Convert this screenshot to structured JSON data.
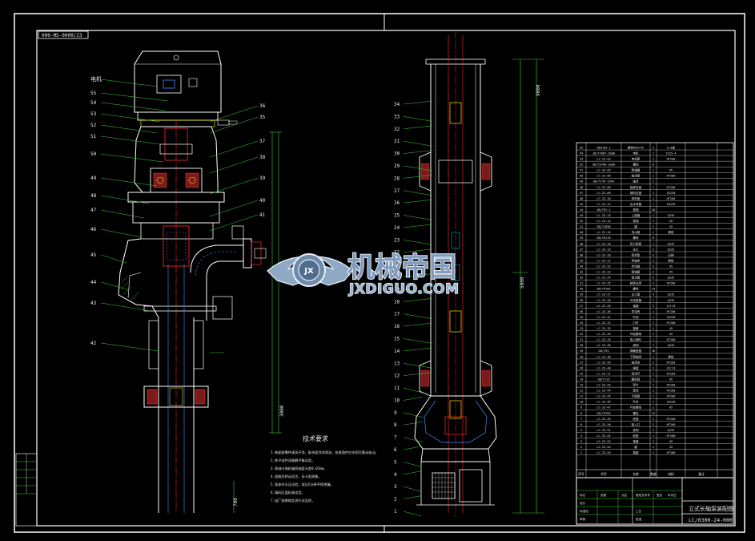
{
  "drawing": {
    "top_tag": "000-MS-0000/23",
    "motor_label": "电机",
    "tech_title": "技术要求",
    "tech_lines": [
      "1.装配前零件清洗干净，配合面涂润滑油，各紧固件应牢固可靠无松动。",
      "2.转子部件须做静平衡试验。",
      "3.泵轴与电机轴同轴度允差0.05mm。",
      "4.组装后转动灵活，无卡阻现象。",
      "5.泵体作水压试验，保压5分钟不得渗漏。",
      "6.填料压盖松紧适宜。",
      "7.出厂前按规定进行试运转。"
    ],
    "left_callouts": [
      "55",
      "54",
      "53",
      "52",
      "51",
      "50",
      "49",
      "48",
      "47",
      "46",
      "45",
      "44",
      "43",
      "42"
    ],
    "mid_callouts": [
      "36",
      "35",
      "37",
      "38",
      "39",
      "40",
      "41"
    ],
    "right_callouts": [
      "34",
      "33",
      "32",
      "31",
      "30",
      "29",
      "28",
      "27",
      "26",
      "25",
      "24",
      "23",
      "22",
      "21",
      "20",
      "19",
      "18",
      "17",
      "16",
      "15",
      "14",
      "13",
      "12",
      "11",
      "10",
      "9",
      "8",
      "7",
      "6",
      "5",
      "4",
      "3",
      "2",
      "1"
    ],
    "dimensions": {
      "d_top": "5000",
      "d_total": "9000",
      "d_mid": "3000",
      "d_low": "700"
    }
  },
  "parts_table": {
    "headers": [
      "序号",
      "代号",
      "名称",
      "数量",
      "材料",
      "备注"
    ],
    "rows": [
      [
        "55",
        "GB5783-1",
        "螺栓M16×45",
        "4",
        "8.8级",
        ""
      ],
      [
        "54",
        "JB/T7007-2000",
        "电机",
        "1",
        "Y225-4",
        ""
      ],
      [
        "53",
        "LC-23-03",
        "电机座",
        "1",
        "HT200",
        ""
      ],
      [
        "52",
        "GB/T5780-2000",
        "螺栓",
        "8",
        "",
        ""
      ],
      [
        "51",
        "LC-23-05",
        "联轴器",
        "1",
        "45",
        ""
      ],
      [
        "50",
        "LC-23-06",
        "轴承座",
        "1",
        "HT200",
        ""
      ],
      [
        "49",
        "GB/T276-1994",
        "轴承",
        "2",
        "",
        ""
      ],
      [
        "48",
        "LC-23-08",
        "轴承压盖",
        "1",
        "HT200",
        ""
      ],
      [
        "47",
        "LC-23-09",
        "填料压盖",
        "1",
        "ZG230",
        ""
      ],
      [
        "46",
        "LC-23-10",
        "填料函",
        "1",
        "HT200",
        ""
      ],
      [
        "45",
        "LC-23-11",
        "出水弯管",
        "1",
        "ZG230",
        ""
      ],
      [
        "44",
        "GB/T97.1",
        "垫圈",
        "16",
        "",
        ""
      ],
      [
        "43",
        "LC-23-13",
        "上接管",
        "1",
        "Q235",
        ""
      ],
      [
        "42",
        "LC-23-14",
        "泵轴",
        "1",
        "45",
        ""
      ],
      [
        "41",
        "GB/T1096",
        "键",
        "2",
        "45",
        ""
      ],
      [
        "40",
        "LC-23-16",
        "挡水圈",
        "1",
        "橡胶",
        ""
      ],
      [
        "39",
        "GB/T6170",
        "螺母",
        "8",
        "",
        ""
      ],
      [
        "38",
        "LC-23-18",
        "压力表座",
        "1",
        "Q235",
        ""
      ],
      [
        "37",
        "LC-23-19",
        "法兰",
        "2",
        "Q235",
        ""
      ],
      [
        "36",
        "LC-23-20",
        "密封垫",
        "2",
        "石棉",
        ""
      ],
      [
        "35",
        "LC-23-21",
        "导轴承",
        "3",
        "橡胶",
        ""
      ],
      [
        "34",
        "LC-23-22",
        "传动轴",
        "2",
        "45",
        ""
      ],
      [
        "33",
        "LC-23-23",
        "联轴套",
        "2",
        "45",
        ""
      ],
      [
        "32",
        "LC-23-24",
        "扬水管",
        "2",
        "Q235",
        ""
      ],
      [
        "31",
        "LC-23-25",
        "轴承支架",
        "3",
        "HT200",
        ""
      ],
      [
        "30",
        "GB/T5782",
        "螺栓",
        "24",
        "",
        ""
      ],
      [
        "29",
        "LC-23-27",
        "法兰盘",
        "4",
        "Q235",
        ""
      ],
      [
        "28",
        "LC-23-28",
        "中间接管",
        "1",
        "Q235",
        ""
      ],
      [
        "27",
        "LC-23-29",
        "轴套",
        "3",
        "2Cr13",
        ""
      ],
      [
        "26",
        "LC-23-30",
        "导流壳",
        "1",
        "HT200",
        ""
      ],
      [
        "25",
        "LC-23-31",
        "叶轮",
        "1",
        "ZG230",
        ""
      ],
      [
        "24",
        "LC-23-32",
        "口环",
        "1",
        "HT200",
        ""
      ],
      [
        "23",
        "LC-23-33",
        "锥套",
        "1",
        "45",
        ""
      ],
      [
        "22",
        "LC-23-34",
        "叶轮螺母",
        "1",
        "45",
        ""
      ],
      [
        "21",
        "LC-23-35",
        "吸入喇叭",
        "1",
        "HT200",
        ""
      ],
      [
        "20",
        "LC-23-36",
        "滤网",
        "1",
        "Q235",
        ""
      ],
      [
        "19",
        "GB/T93",
        "弹簧垫圈",
        "16",
        "",
        ""
      ],
      [
        "18",
        "LC-23-38",
        "下导轴承",
        "1",
        "橡胶",
        ""
      ],
      [
        "17",
        "LC-23-39",
        "轴承体",
        "1",
        "HT200",
        ""
      ],
      [
        "16",
        "LC-23-40",
        "轴套",
        "1",
        "2Cr13",
        ""
      ],
      [
        "15",
        "LC-23-41",
        "密封环",
        "1",
        "HT200",
        ""
      ],
      [
        "14",
        "GB/T119",
        "圆柱销",
        "2",
        "45",
        ""
      ],
      [
        "13",
        "LC-23-43",
        "导叶",
        "1",
        "HT200",
        ""
      ],
      [
        "12",
        "LC-23-44",
        "泵体",
        "1",
        "HT200",
        ""
      ],
      [
        "11",
        "LC-23-45",
        "平衡套",
        "1",
        "HT200",
        ""
      ],
      [
        "10",
        "LC-23-46",
        "叶轮",
        "1",
        "ZG230",
        ""
      ],
      [
        "9",
        "LC-23-47",
        "叶轮螺母",
        "1",
        "45",
        ""
      ],
      [
        "8",
        "GB/T5783",
        "螺栓",
        "12",
        "",
        ""
      ],
      [
        "7",
        "LC-23-49",
        "底盖",
        "1",
        "HT200",
        ""
      ],
      [
        "6",
        "LC-23-50",
        "吸入口",
        "1",
        "HT200",
        ""
      ],
      [
        "5",
        "LC-23-51",
        "滤网",
        "1",
        "Q235",
        ""
      ],
      [
        "4",
        "LC-23-52",
        "底座",
        "1",
        "HT200",
        ""
      ],
      [
        "3",
        "LC-23-53",
        "锥套",
        "1",
        "45",
        ""
      ],
      [
        "2",
        "LC-23-54",
        "键",
        "1",
        "45",
        ""
      ],
      [
        "1",
        "LC-23-55",
        "端盖",
        "1",
        "HT200",
        ""
      ]
    ]
  },
  "title_block": {
    "drawing_name": "立式长轴泵装配图",
    "drawing_number": "LC/0300-24-000",
    "labels": [
      "标记",
      "处数",
      "分区",
      "更改文件号",
      "签名",
      "年月日",
      "设计",
      "标准化",
      "审核",
      "工艺",
      "批准"
    ]
  },
  "watermark": {
    "cn": "机械帝国",
    "en": "JXDIGUO.COM",
    "emblem_text": "JX"
  },
  "colors": {
    "background": "#000000",
    "frame": "#ffffff",
    "drawing_red": "#ff2a2a",
    "drawing_blue": "#4a8cff",
    "drawing_yellow": "#f2e600",
    "drawing_green": "#3ad23a",
    "drawing_cyan": "#00c8dc",
    "drawing_magenta": "#d23ad2",
    "watermark_fill": "#8fa9c4",
    "watermark_stroke": "#e8eef6"
  }
}
